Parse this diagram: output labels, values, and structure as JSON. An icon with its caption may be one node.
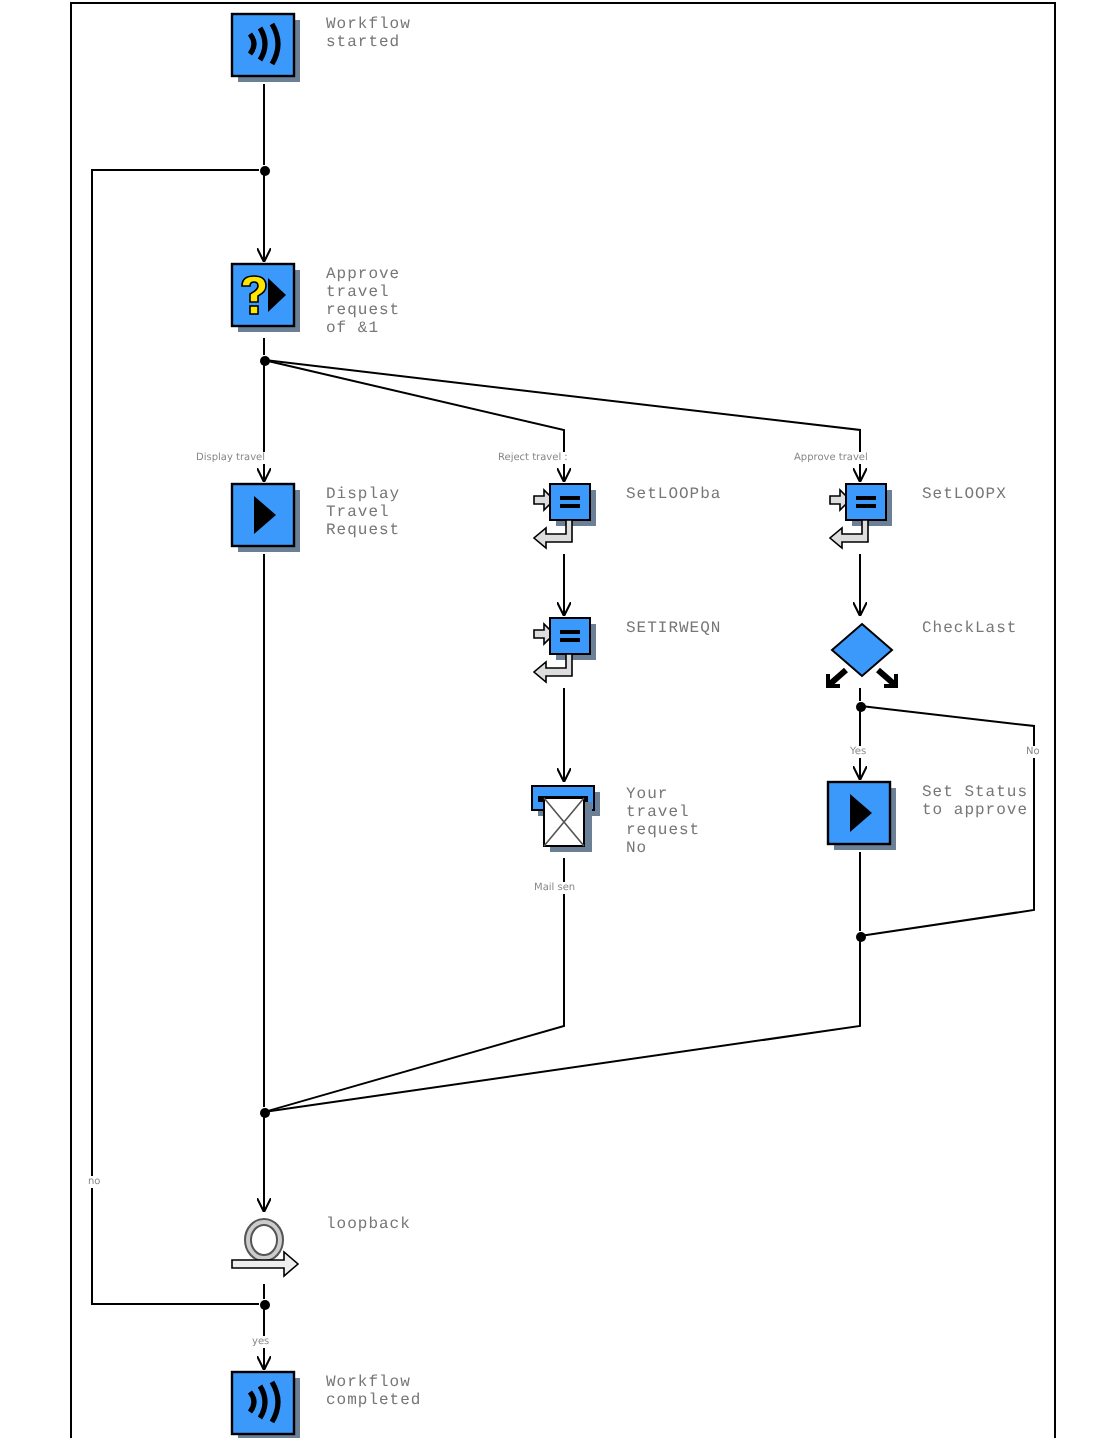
{
  "diagram": {
    "nodes": [
      {
        "text": [
          "Workflow started"
        ]
      },
      {
        "text": [],
        "shape": "circle"
      },
      {
        "text": [
          "Approve travel request of &1"
        ]
      },
      {
        "text": [],
        "shape": "circle"
      },
      {
        "text": [
          "Display Travel Request"
        ]
      },
      {
        "text": [
          "SetLOOPba"
        ]
      },
      {
        "text": [
          "SETIRWEQN"
        ]
      },
      {
        "text": [
          "Your travel request No"
        ]
      },
      {
        "text": [
          "SetLOOPX"
        ]
      },
      {
        "text": [
          "CheckLast"
        ]
      },
      {
        "text": [],
        "shape": "circle"
      },
      {
        "text": [
          "Set Status to approve"
        ]
      },
      {
        "text": [],
        "shape": "circle"
      },
      {
        "text": [],
        "shape": "circle"
      },
      {
        "text": [
          "loopback"
        ]
      },
      {
        "text": [],
        "shape": "circle"
      },
      {
        "text": [
          "Workflow completed"
        ]
      }
    ],
    "edges": [
      {
        "from": 0,
        "to": 1,
        "arrow": "none"
      },
      {
        "from": 15,
        "to": 1,
        "arrow": "none",
        "label": "no"
      },
      {
        "from": 1,
        "to": 2,
        "arrow": "to"
      },
      {
        "from": 2,
        "to": 3,
        "arrow": "none"
      },
      {
        "from": 3,
        "to": 4,
        "arrow": "to",
        "label": "Display travel"
      },
      {
        "from": 3,
        "to": 5,
        "arrow": "to",
        "label": "Reject travel :"
      },
      {
        "from": 3,
        "to": 8,
        "arrow": "to",
        "label": "Approve travel"
      },
      {
        "from": 5,
        "to": 6,
        "arrow": "to"
      },
      {
        "from": 6,
        "to": 7,
        "arrow": "to"
      },
      {
        "from": 7,
        "to": 13,
        "arrow": "none",
        "label": "Mail sen"
      },
      {
        "from": 4,
        "to": 13,
        "arrow": "none"
      },
      {
        "from": 8,
        "to": 9,
        "arrow": "to"
      },
      {
        "from": 9,
        "to": 10,
        "arrow": "none"
      },
      {
        "from": 10,
        "to": 11,
        "arrow": "to",
        "label": "Yes"
      },
      {
        "from": 10,
        "to": 12,
        "arrow": "none",
        "label": "No"
      },
      {
        "from": 11,
        "to": 12,
        "arrow": "none"
      },
      {
        "from": 12,
        "to": 13,
        "arrow": "none"
      },
      {
        "from": 13,
        "to": 14,
        "arrow": "to"
      },
      {
        "from": 14,
        "to": 15,
        "arrow": "none"
      },
      {
        "from": 15,
        "to": 16,
        "arrow": "to",
        "label": "yes"
      }
    ]
  }
}
